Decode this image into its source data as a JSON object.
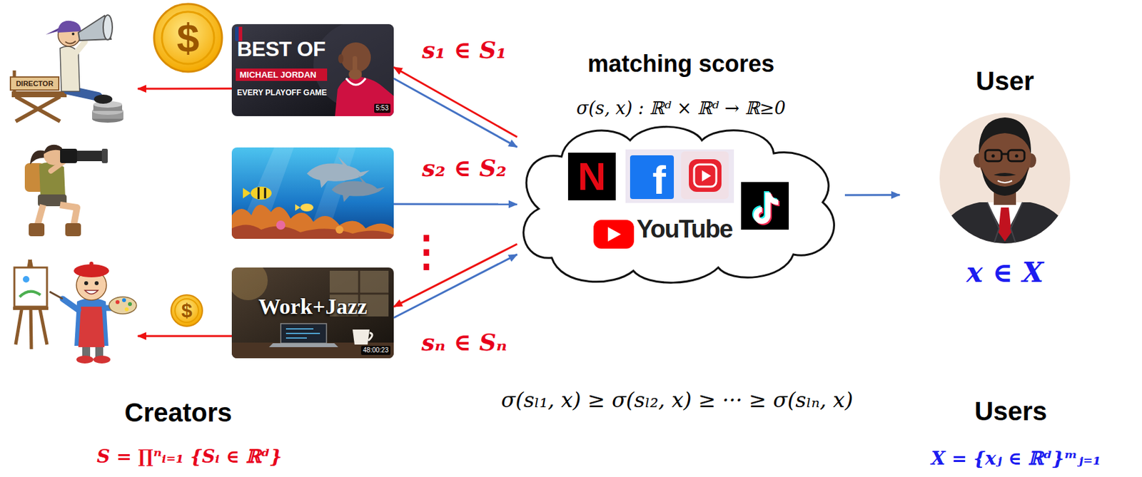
{
  "diagram": {
    "nodes": [
      {
        "text": [
          "DIRECTOR"
        ]
      },
      {
        "text": [
          "BEST OF",
          "MICHAEL JORDAN",
          "EVERY PLAYOFF GAME",
          "5:53"
        ]
      },
      {
        "text": []
      },
      {
        "text": []
      },
      {
        "text": [
          "Work+Jazz",
          "48:00:23"
        ]
      },
      {
        "text": [
          "matching scores",
          "σ(s, x) : ℝᵈ × ℝᵈ → ℝ≥0",
          "N",
          "f",
          "YouTube"
        ]
      },
      {
        "text": [
          "User",
          "x ∈ X"
        ]
      }
    ],
    "edges": [
      {
        "from": 1,
        "to": 0,
        "arrow": "to"
      },
      {
        "from": 1,
        "to": 5,
        "arrow": "to"
      },
      {
        "from": 5,
        "to": 1,
        "arrow": "to"
      },
      {
        "from": 2,
        "to": 5,
        "arrow": "to"
      },
      {
        "from": 4,
        "to": 5,
        "arrow": "to"
      },
      {
        "from": 5,
        "to": 4,
        "arrow": "to"
      },
      {
        "from": 4,
        "to": 3,
        "arrow": "to"
      },
      {
        "from": 5,
        "to": 6,
        "arrow": "to"
      }
    ],
    "labels": [
      "$",
      "s₁ ∈ S₁",
      "s₂ ∈ S₂",
      "⋮",
      "$",
      "sₙ ∈ Sₙ",
      "Creators",
      "σ(sₗ₁, x) ≥ σ(sₗ₂, x) ≥ ··· ≥ σ(sₗₙ, x)",
      "Users",
      "S = ∏ⁿᵢ₌₁ {Sᵢ ∈ ℝᵈ}",
      "X = {xⱼ ∈ ℝᵈ}ᵐⱼ₌₁"
    ]
  }
}
